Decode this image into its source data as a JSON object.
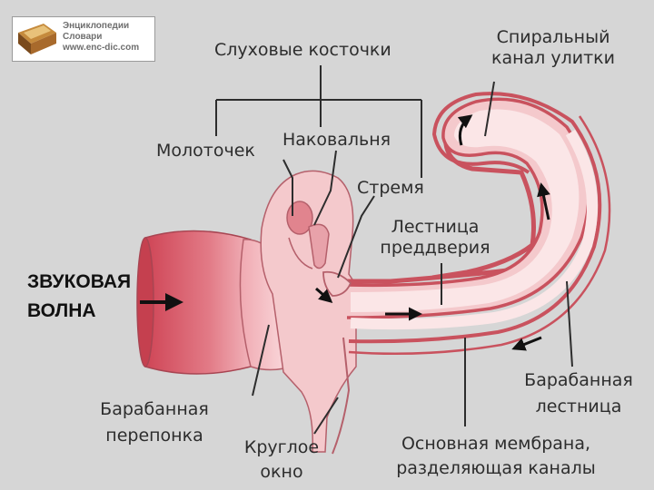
{
  "watermark": {
    "line1": "Энциклопедии",
    "line2": "Словари",
    "line3": "www.enc-dic.com"
  },
  "labels": {
    "ossicles": "Слуховые косточки",
    "spiral_canal": [
      "Спиральный",
      "канал улитки"
    ],
    "malleus": "Молоточек",
    "incus": "Наковальня",
    "stapes": "Стремя",
    "scala_vestibuli": [
      "Лестница",
      "преддверия"
    ],
    "sound_wave": [
      "ЗВУКОВАЯ",
      "ВОЛНА"
    ],
    "eardrum": [
      "Барабанная",
      "перепонка"
    ],
    "round_window": [
      "Круглое",
      "окно"
    ],
    "basilar_membrane": [
      "Основная мембрана,",
      "разделяющая каналы"
    ],
    "scala_tympani": [
      "Барабанная",
      "лестница"
    ]
  },
  "colors": {
    "background": "#d6d6d6",
    "tissue_pink": "#f4c9cc",
    "tube_red": "#c9525e",
    "canal_light": "#fbe6e7",
    "leader_line": "#2d2d2d"
  }
}
